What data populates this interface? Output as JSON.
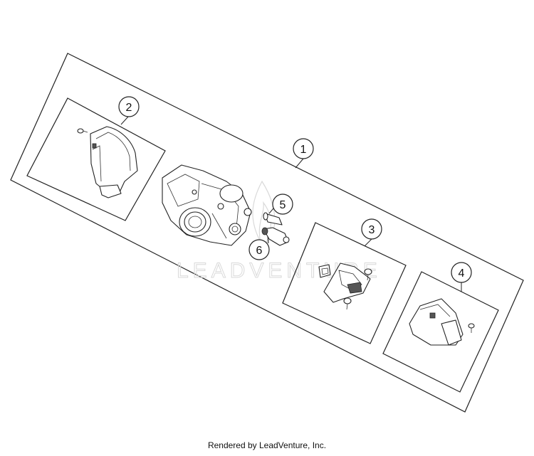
{
  "diagram": {
    "callouts": [
      {
        "id": 1,
        "label": "1"
      },
      {
        "id": 2,
        "label": "2"
      },
      {
        "id": 3,
        "label": "3"
      },
      {
        "id": 4,
        "label": "4"
      },
      {
        "id": 5,
        "label": "5"
      },
      {
        "id": 6,
        "label": "6"
      }
    ],
    "watermark": "LEADVENTURE",
    "footer_credit": "Rendered by LeadVenture, Inc."
  }
}
